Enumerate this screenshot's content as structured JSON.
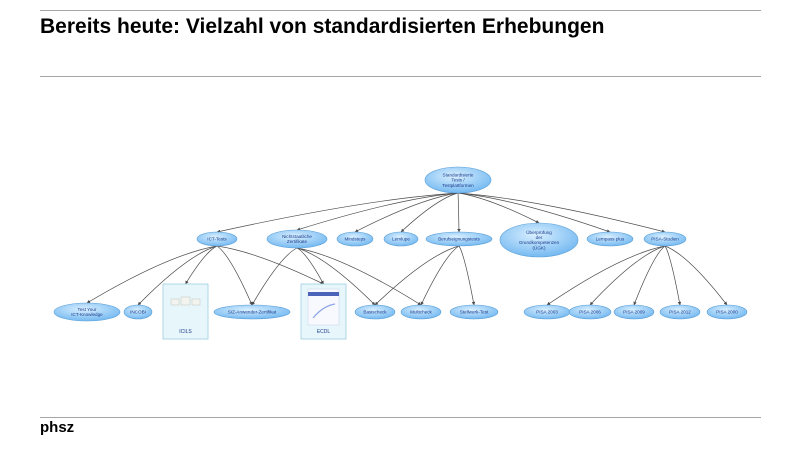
{
  "slide": {
    "title": "Bereits heute: Vielzahl von standardisierten Erhebungen",
    "footer": "phsz"
  },
  "diagram": {
    "nodes": {
      "root": [
        "Standardisierte",
        "Tests /",
        "Testplattformen"
      ],
      "ict": [
        "ICT-Tests"
      ],
      "nichtstaatlich": [
        "Nichtstaatliche",
        "Zertifikate"
      ],
      "mindsteps": [
        "Mindsteps"
      ],
      "lernlupe": [
        "Lernlupe"
      ],
      "berufs": [
        "Berufseignungstests"
      ],
      "ueberpruefung": [
        "Überprüfung",
        "der",
        "Grundkompetenzen",
        "(ÜGK)"
      ],
      "lernpass": [
        "Lernpass plus"
      ],
      "pisa_studien": [
        "PISA-Studien"
      ],
      "test_your": [
        "Test Your",
        "ICT-Knowledge"
      ],
      "incobi": [
        "INCOBI"
      ],
      "icils": [
        "ICILS"
      ],
      "siz": [
        "SIZ-Anwender-Zertifikat"
      ],
      "ecdl": [
        "ECDL"
      ],
      "basischeck": [
        "Basischeck"
      ],
      "multicheck": [
        "Multicheck"
      ],
      "stellwerk": [
        "Stellwerk-Test"
      ],
      "pisa2003": [
        "PISA 2003"
      ],
      "pisa2006": [
        "PISA 2006"
      ],
      "pisa2009": [
        "PISA 2009"
      ],
      "pisa2012": [
        "PISA 2012"
      ],
      "pisa2000": [
        "PISA 2000"
      ]
    },
    "colors": {
      "node_fill_light": "#cfe8ff",
      "node_fill": "#7fc1f5",
      "node_stroke": "#5a9fd6",
      "text": "#1a3a8a",
      "edge": "#4a4a4a",
      "image_box": "#e6f6fb"
    }
  }
}
